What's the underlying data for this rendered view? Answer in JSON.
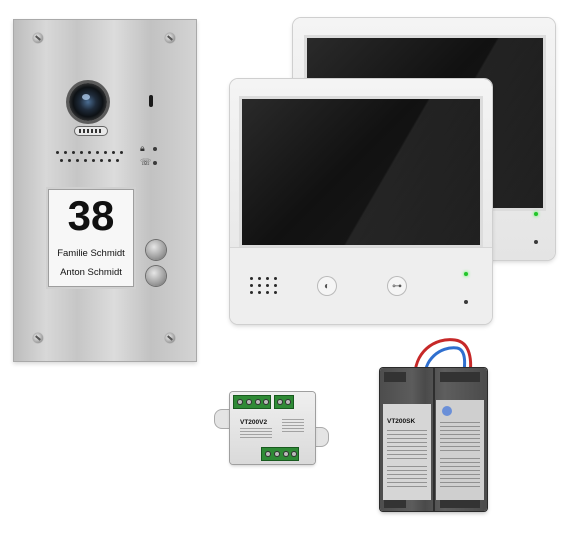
{
  "door_station": {
    "house_number": "38",
    "name_line_1": "Familie Schmidt",
    "name_line_2": "Anton Schmidt"
  },
  "monitor_icons": {
    "intercom_icon": "speaker-phone-icon",
    "door_release_icon": "key-icon"
  },
  "module": {
    "label": "VT200V2"
  },
  "power_supply": {
    "label": "VT200SK"
  },
  "colors": {
    "led_green": "#22c52a",
    "module_terminal": "#2f8a36"
  }
}
